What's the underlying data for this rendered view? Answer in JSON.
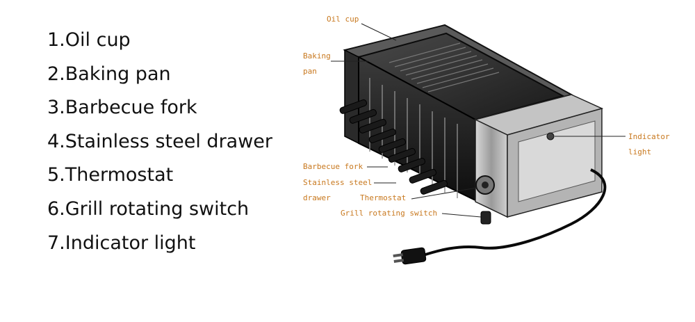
{
  "parts_list": [
    "1.Oil cup",
    "2.Baking pan",
    "3.Barbecue fork",
    "4.Stainless steel drawer",
    "5.Thermostat",
    "6.Grill rotating switch",
    "7.Indicator light"
  ],
  "callouts": {
    "oil_cup": "Oil cup",
    "baking_1": "Baking",
    "baking_2": "pan",
    "indicator_1": "Indicator",
    "indicator_2": "light",
    "barbecue_fork": "Barbecue fork",
    "stainless_1": "Stainless steel",
    "stainless_2": "drawer",
    "thermostat": "Thermostat",
    "grill_switch": "Grill rotating switch"
  },
  "colors": {
    "callout_text": "#c8781e",
    "leader_line": "#222222",
    "body_text": "#111111"
  }
}
